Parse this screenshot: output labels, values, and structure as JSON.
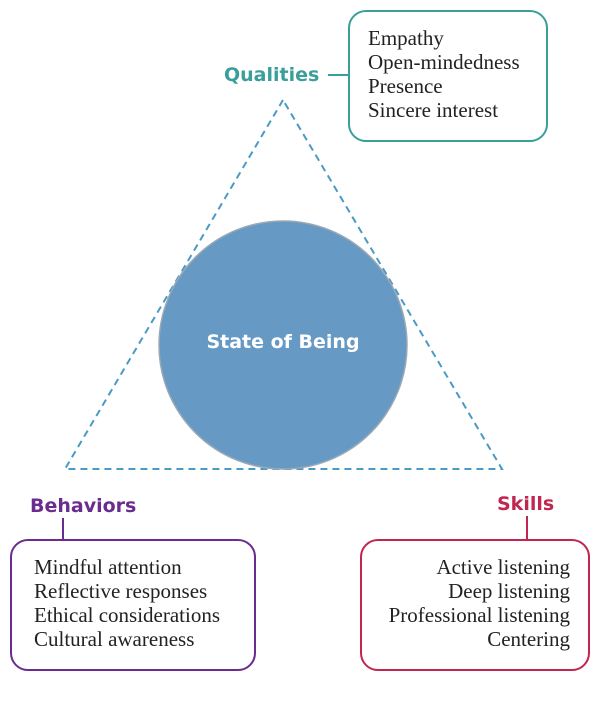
{
  "colors": {
    "qualities": "#3a9e9a",
    "behaviors": "#6a2c8e",
    "skills": "#c0264f",
    "circle": "#6699c4",
    "triangle": "#4a9ac4"
  },
  "center": {
    "label": "State of Being"
  },
  "qualities": {
    "label": "Qualities",
    "items": [
      "Empathy",
      "Open-mindedness",
      "Presence",
      "Sincere interest"
    ]
  },
  "behaviors": {
    "label": "Behaviors",
    "items": [
      "Mindful attention",
      "Reflective responses",
      "Ethical considerations",
      "Cultural awareness"
    ]
  },
  "skills": {
    "label": "Skills",
    "items": [
      "Active listening",
      "Deep listening",
      "Professional listening",
      "Centering"
    ]
  }
}
